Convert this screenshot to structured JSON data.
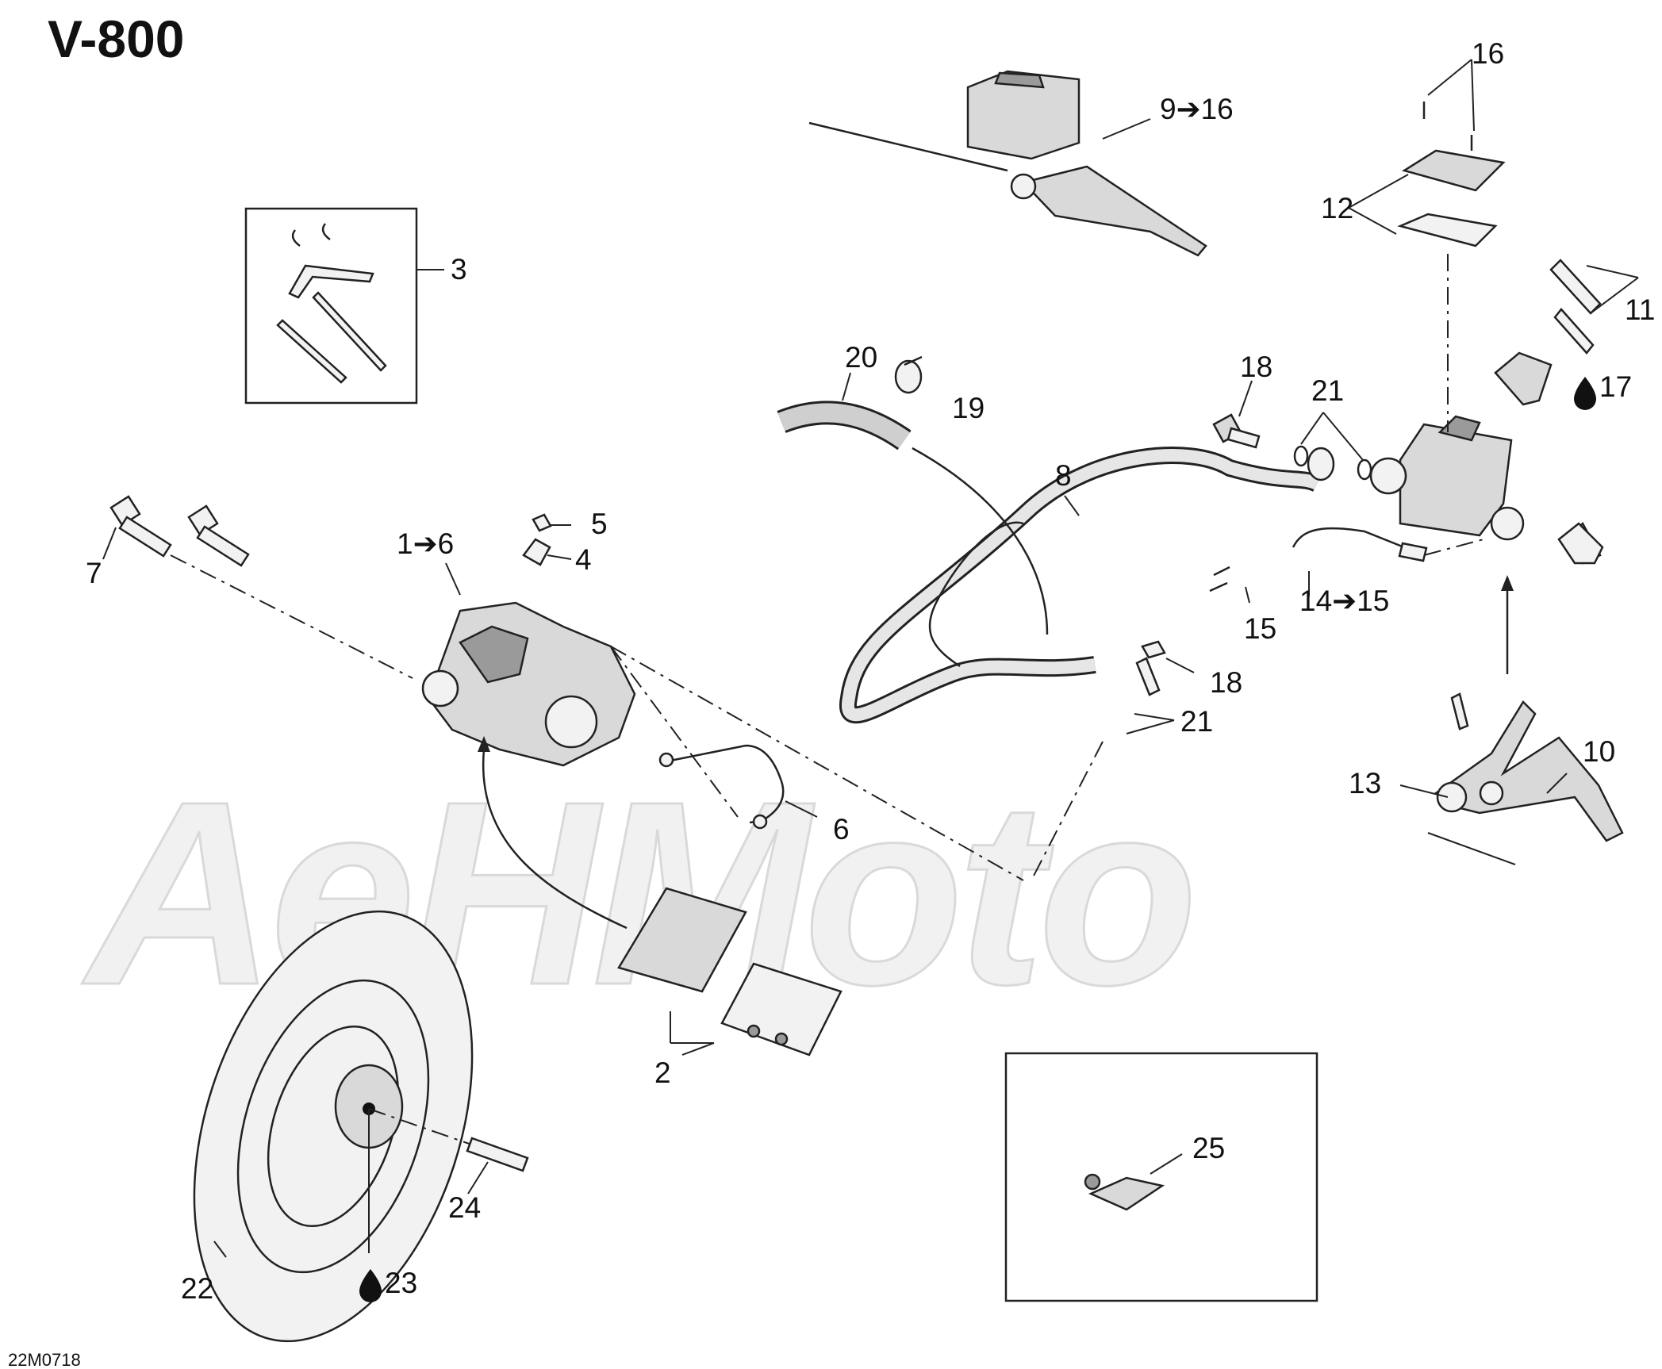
{
  "title": "V-800",
  "drawing_code": "22M0718",
  "watermark": "AeHMoto",
  "callouts": {
    "c1": "1➔6",
    "c2": "2",
    "c3": "3",
    "c4": "4",
    "c5": "5",
    "c6": "6",
    "c7": "7",
    "c8": "8",
    "c9": "9➔16",
    "c10": "10",
    "c11": "11",
    "c12": "12",
    "c13": "13",
    "c14": "14➔15",
    "c15": "15",
    "c16": "16",
    "c17": "17",
    "c18a": "18",
    "c18b": "18",
    "c19": "19",
    "c20": "20",
    "c21a": "21",
    "c21b": "21",
    "c22": "22",
    "c23": "23",
    "c24": "24",
    "c25": "25"
  },
  "icons": {
    "lubricant": "oil-drop-icon",
    "arrow": "right-arrow-icon"
  }
}
